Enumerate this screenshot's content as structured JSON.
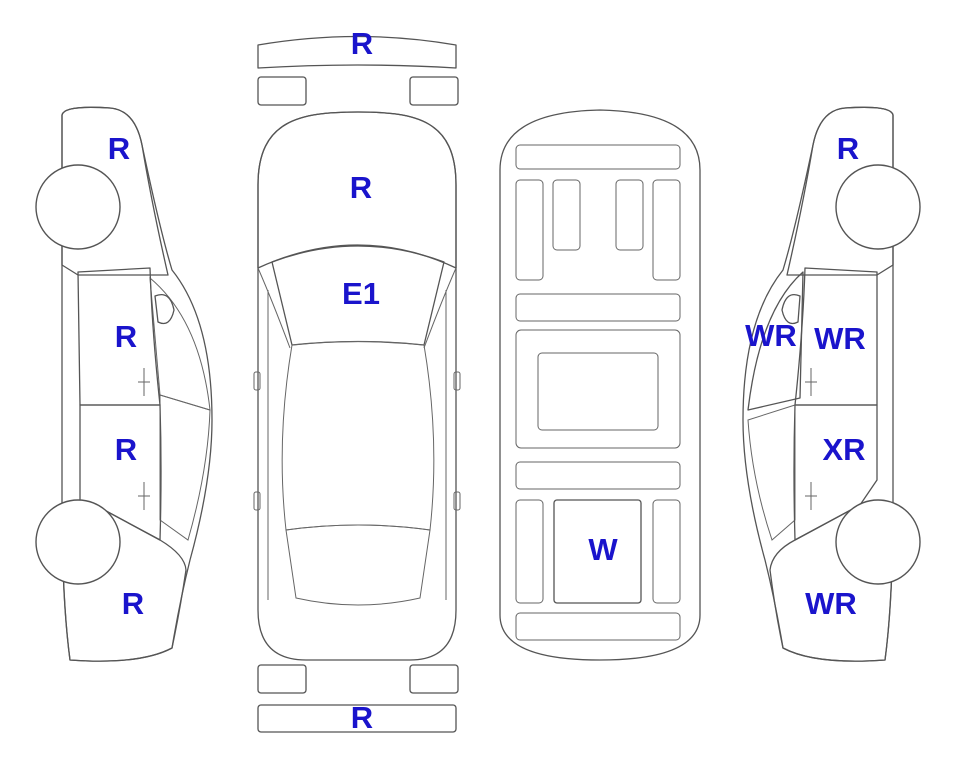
{
  "colors": {
    "damage_fill": "#F9A72B",
    "light_blue_fill": "#DDF3FA",
    "label_color": "#1A14CC",
    "outline": "#555555"
  },
  "labels": {
    "front_bumper": "R",
    "hood": "R",
    "windshield": "E1",
    "rear_bumper": "R",
    "trunk_floor": "W",
    "left_front_fender": "R",
    "left_front_door": "R",
    "left_rear_door": "R",
    "left_rear_quarter": "R",
    "right_front_fender": "R",
    "right_front_window": "WR",
    "right_front_door": "WR",
    "right_rear_door": "XR",
    "right_rear_quarter": "WR"
  }
}
